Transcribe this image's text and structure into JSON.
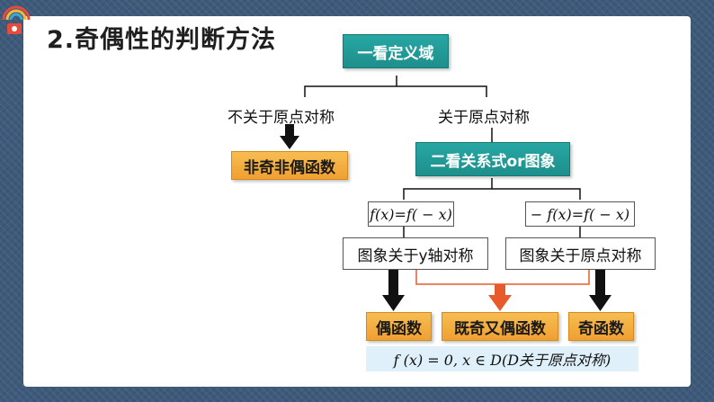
{
  "title": "2.奇偶性的判断方法",
  "nodes": {
    "look_domain": "一看定义域",
    "not_symmetric": "不关于原点对称",
    "symmetric": "关于原点对称",
    "neither": "非奇非偶函数",
    "look_relation": "二看关系式or图象",
    "even_relation": "f(x)=f( − x)",
    "odd_relation": "− f(x)=f( − x)",
    "graph_y_axis": "图象关于y轴对称",
    "graph_origin": "图象关于原点对称",
    "even_function": "偶函数",
    "both_function": "既奇又偶函数",
    "odd_function": "奇函数",
    "both_condition": "f (x) = 0, x ∈ D(D关于原点对称)"
  },
  "colors": {
    "teal": "#1e8f8c",
    "orange": "#f0a030",
    "red_arrow": "#e85a2c",
    "frame_blue": "#3d5a7a",
    "condition_bg": "#dff0fa"
  }
}
